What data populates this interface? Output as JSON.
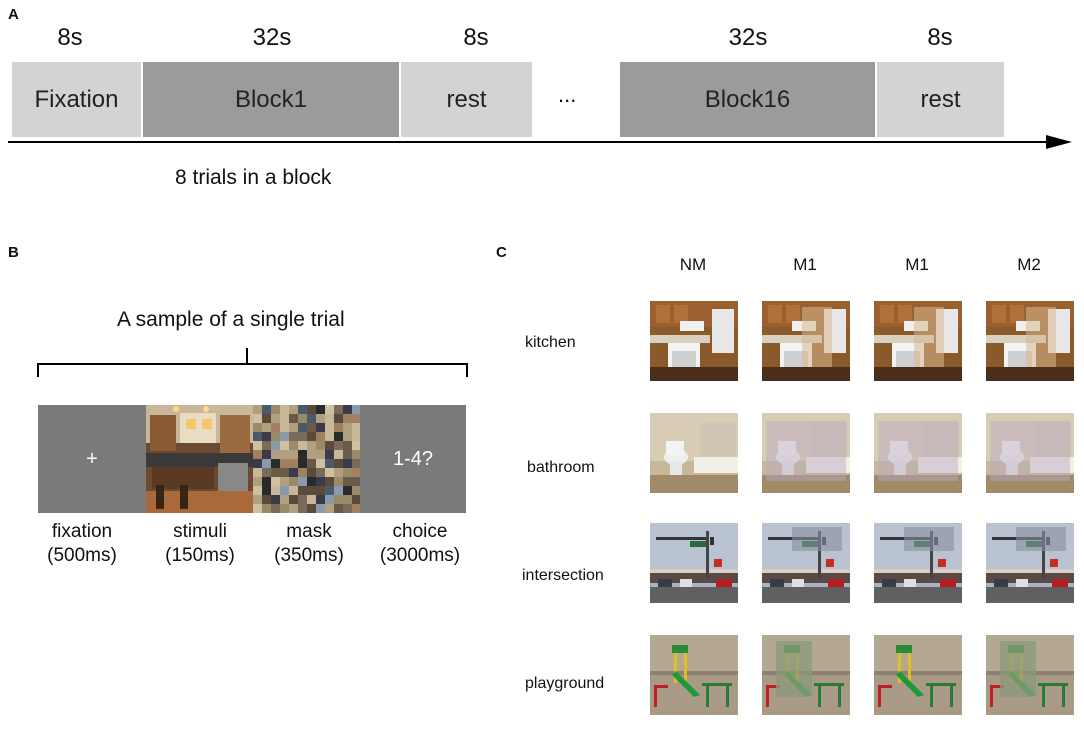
{
  "panel_a": {
    "letter": "A",
    "durations": [
      "8s",
      "32s",
      "8s",
      "32s",
      "8s"
    ],
    "segments": [
      "Fixation",
      "Block1",
      "rest",
      "Block16",
      "rest"
    ],
    "ellipsis": "...",
    "note": "8 trials in a block"
  },
  "panel_b": {
    "letter": "B",
    "title": "A sample of a single trial",
    "fixation_symbol": "+",
    "choice_prompt": "1-4?",
    "labels": [
      {
        "name": "fixation",
        "duration": "(500ms)"
      },
      {
        "name": "stimuli",
        "duration": "(150ms)"
      },
      {
        "name": "mask",
        "duration": "(350ms)"
      },
      {
        "name": "choice",
        "duration": "(3000ms)"
      }
    ]
  },
  "panel_c": {
    "letter": "C",
    "columns": [
      "NM",
      "M1",
      "M1",
      "M2"
    ],
    "rows": [
      "kitchen",
      "bathroom",
      "intersection",
      "playground"
    ]
  },
  "colors": {
    "segment_light": "#d3d3d3",
    "segment_dark": "#9b9b9b",
    "trial_box": "#7a7a7a"
  }
}
